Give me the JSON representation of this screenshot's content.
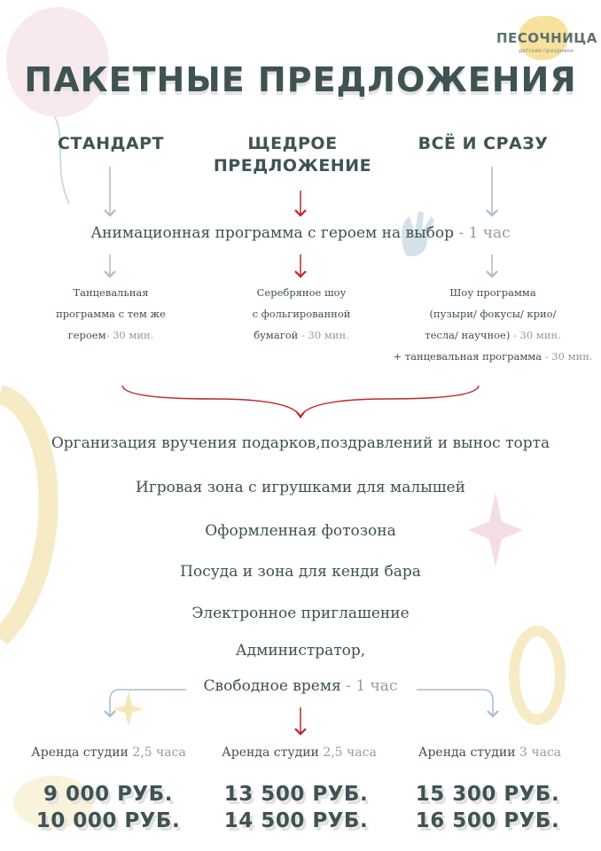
{
  "brand": {
    "name": "ПЕСОЧНИЦА",
    "tagline": "детские праздники"
  },
  "title": "ПАКЕТНЫЕ ПРЕДЛОЖЕНИЯ",
  "packages": [
    {
      "name": "СТАНДАРТ",
      "rent_label": "Аренда студии",
      "rent_duration": "2,5 часа",
      "price_primary": "9 000 РУБ.",
      "price_secondary": "10 000 РУБ."
    },
    {
      "name": "ЩЕДРОЕ ПРЕДЛОЖЕНИЕ",
      "rent_label": "Аренда студии",
      "rent_duration": "2,5 часа",
      "price_primary": "13 500 РУБ.",
      "price_secondary": "14 500 РУБ."
    },
    {
      "name": "ВСЁ И СРАЗУ",
      "rent_label": "Аренда студии",
      "rent_duration": "3 часа",
      "price_primary": "15 300 РУБ.",
      "price_secondary": "16 500 РУБ."
    }
  ],
  "animation": {
    "text": "Анимационная программа с героем на выбор",
    "duration": "- 1 час"
  },
  "programs": [
    {
      "lines": [
        "Танцевальная",
        "программа с тем же",
        "героем"
      ],
      "duration": "- 30 мин."
    },
    {
      "lines": [
        "Серебряное шоу",
        "с фольгированной",
        "бумагой"
      ],
      "duration": "- 30 мин."
    },
    {
      "lines": [
        "Шоу программа",
        "(пузыри/ фокусы/ крио/",
        "тесла/ научное)"
      ],
      "duration": "- 30 мин.",
      "extra": "+ танцевальная программа",
      "extra_duration": "- 30 мин."
    }
  ],
  "features": [
    "Организация вручения подарков,поздравлений и вынос торта",
    "Игровая зона с игрушками для малышей",
    "Оформленная фотозона",
    "Посуда и зона для кенди бара",
    "Электронное приглашение",
    "Администратор,"
  ],
  "free_time": {
    "text": "Свободное время",
    "duration": "- 1 час"
  },
  "colors": {
    "dark": "#3f5355",
    "accent_red": "#c0262d",
    "arrow_blue": "#a9bccb",
    "muted": "#9a9a9a",
    "deco_yellow": "#f6e7b8",
    "deco_pink": "#f3d9df"
  }
}
